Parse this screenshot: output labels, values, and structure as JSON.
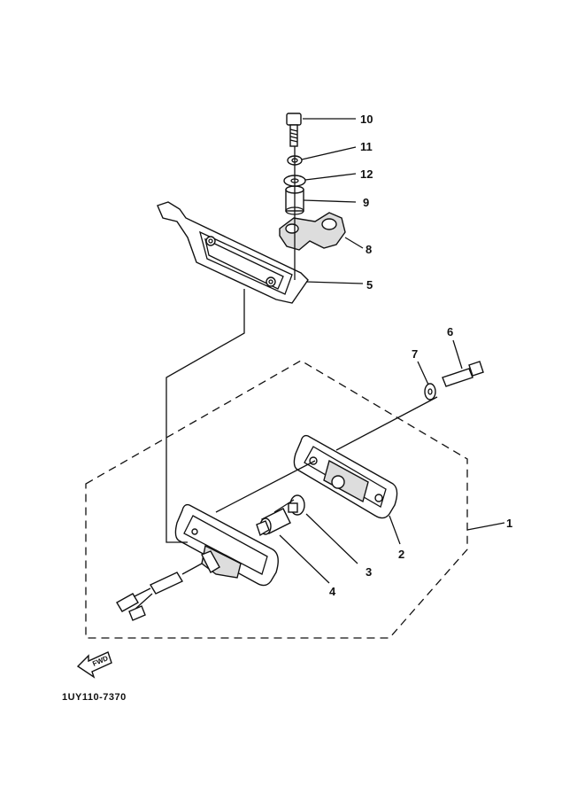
{
  "callouts": {
    "c1": "1",
    "c2": "2",
    "c3": "3",
    "c4": "4",
    "c5": "5",
    "c6": "6",
    "c7": "7",
    "c8": "8",
    "c9": "9",
    "c10": "10",
    "c11": "11",
    "c12": "12"
  },
  "fwd_label": "FWD",
  "drawing_code": "1UY110-7370"
}
